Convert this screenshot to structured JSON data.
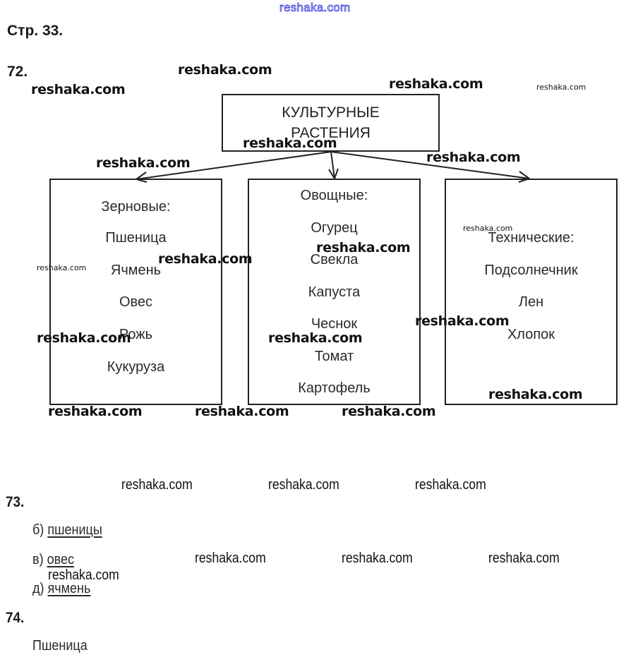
{
  "header": {
    "site_watermark": "reshaka.com",
    "page_label": "Стр. 33."
  },
  "task72": {
    "number": "72.",
    "diagram": {
      "root": {
        "line1": "КУЛЬТУРНЫЕ",
        "line2": "РАСТЕНИЯ"
      },
      "categories": [
        {
          "title": "Зерновые:",
          "items": [
            "Пшеница",
            "Ячмень",
            "Овес",
            "Рожь",
            "Кукуруза"
          ]
        },
        {
          "title": "Овощные:",
          "items": [
            "Огурец",
            "Свекла",
            "Капуста",
            "Чеснок",
            "Томат",
            "Картофель"
          ]
        },
        {
          "title": "Технические:",
          "items": [
            "Подсолнечник",
            "Лен",
            "Хлопок"
          ]
        }
      ]
    }
  },
  "task73": {
    "number": "73.",
    "answers": [
      {
        "letter": "б)",
        "word": "пшеницы"
      },
      {
        "letter": "в)",
        "word": "овес"
      },
      {
        "letter": "д)",
        "word": "ячмень"
      }
    ]
  },
  "task74": {
    "number": "74.",
    "answer": "Пшеница"
  },
  "watermarks": {
    "text": "reshaka.com"
  }
}
